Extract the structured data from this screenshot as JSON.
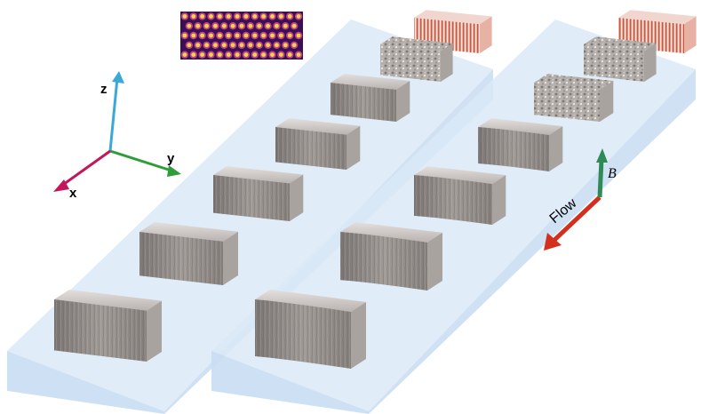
{
  "axes": {
    "x_label": "x",
    "y_label": "y",
    "z_label": "z"
  },
  "field": {
    "flow_label": "Flow",
    "b_label": "B"
  },
  "colors": {
    "channel_top": "#dbe9f7",
    "channel_side": "#c6dcf0",
    "block_front": "#8e8885",
    "block_top": "#c9c4c1",
    "block_side": "#a9a3a0",
    "axis_x": "#c2185b",
    "axis_y": "#2e9d3a",
    "axis_z": "#3aa9d6",
    "flow_arrow": "#d32f1f",
    "b_arrow": "#2e8b57"
  },
  "lattice": {
    "rows": 5,
    "cols": 14,
    "background": "#3a0f57",
    "spot": "#ffd34a"
  }
}
